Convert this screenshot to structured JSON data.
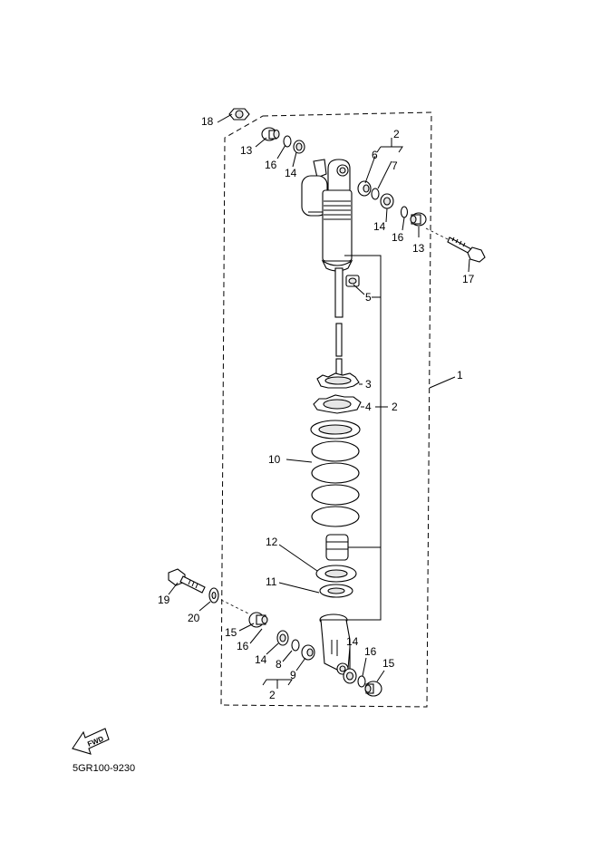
{
  "diagram": {
    "code": "5GR100-9230",
    "fwd_label": "FWD",
    "callouts": {
      "c1": "1",
      "c2a": "2",
      "c2b": "2",
      "c2c": "2",
      "c3": "3",
      "c4": "4",
      "c5": "5",
      "c6": "6",
      "c7": "7",
      "c8": "8",
      "c9": "9",
      "c10": "10",
      "c11": "11",
      "c12": "12",
      "c13a": "13",
      "c13b": "13",
      "c14a": "14",
      "c14b": "14",
      "c14c": "14",
      "c14d": "14",
      "c15a": "15",
      "c15b": "15",
      "c16a": "16",
      "c16b": "16",
      "c16c": "16",
      "c16d": "16",
      "c17": "17",
      "c18": "18",
      "c19": "19",
      "c20": "20"
    }
  }
}
